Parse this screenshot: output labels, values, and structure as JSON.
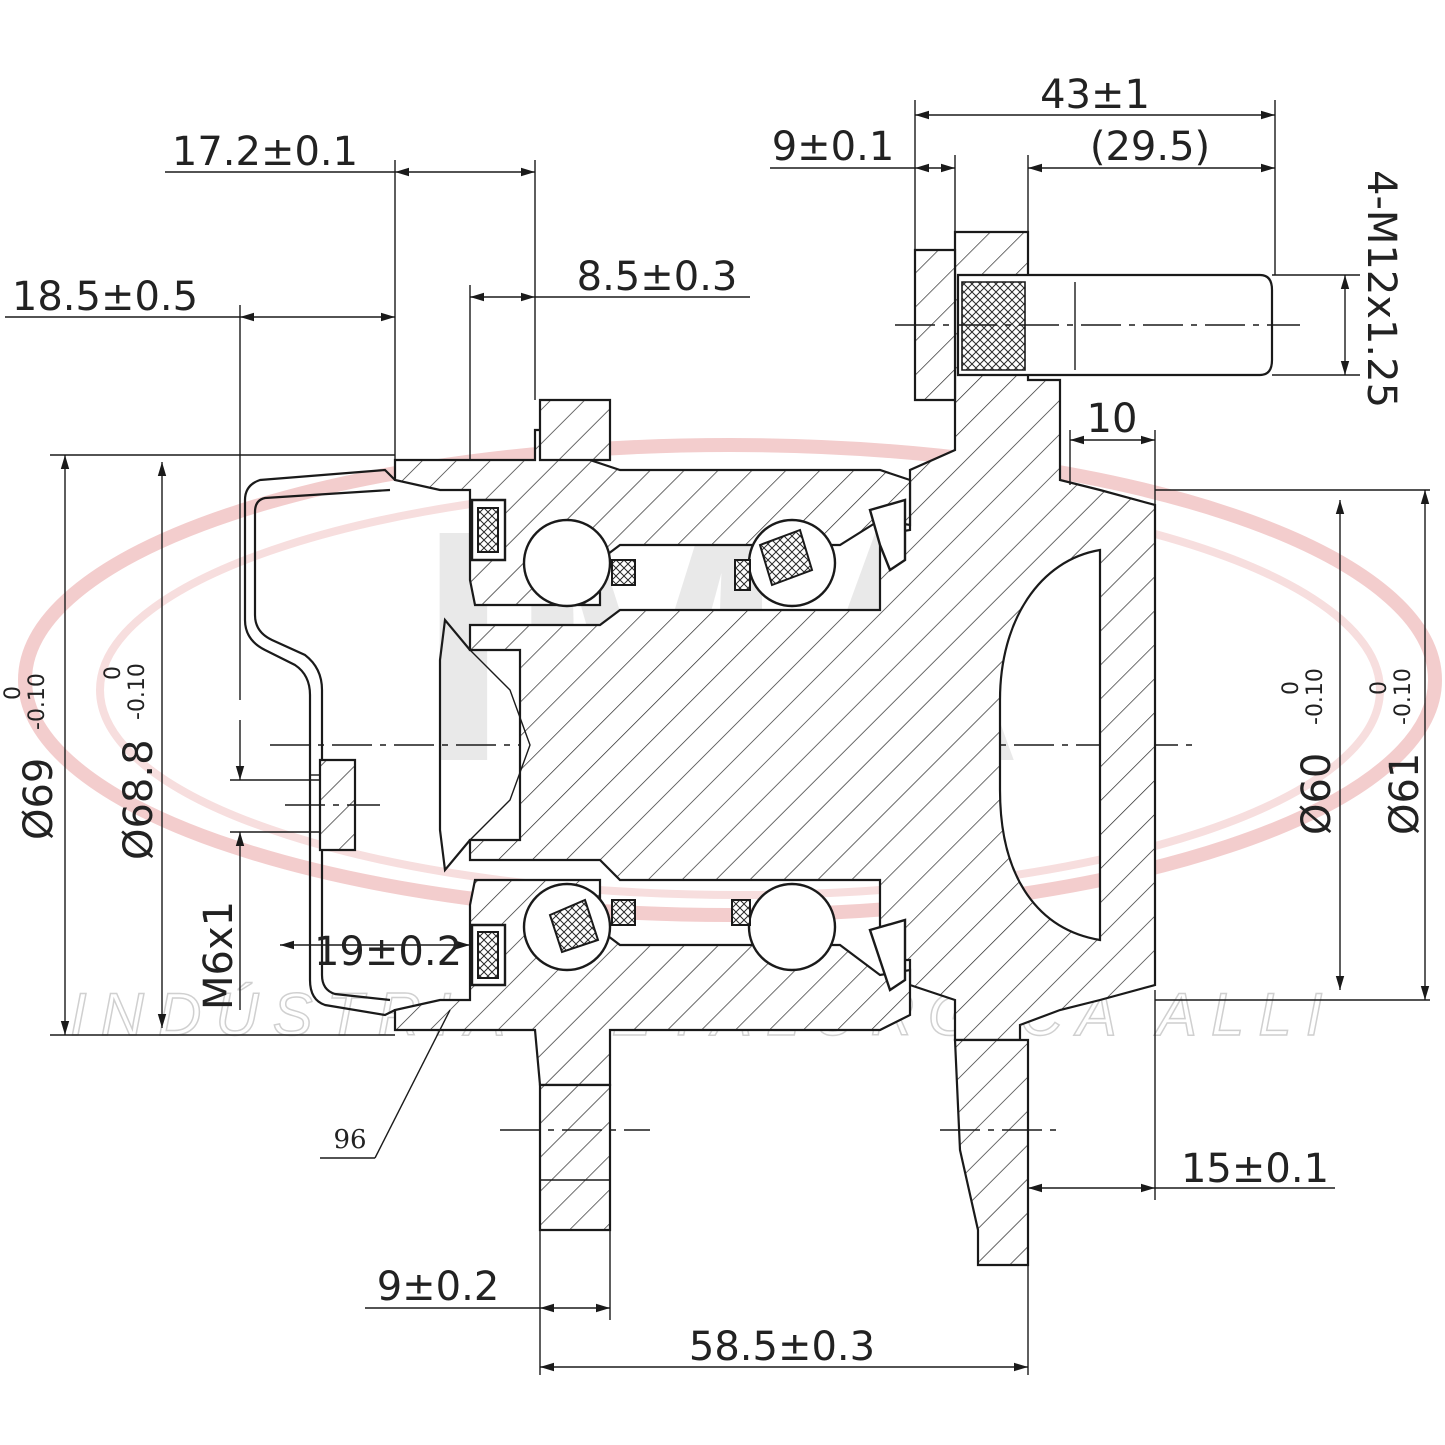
{
  "watermark": {
    "brand": "IMA",
    "subtitle": "INDÚSTRIA METALÚRGICA ALLI",
    "ring_color": "#f2c6c6"
  },
  "dimensions": {
    "overall_width": "43±1",
    "flange_thickness": "9±0.1",
    "stud_length": "(29.5)",
    "stud_thread": "4-M12x1.25",
    "dim_17_2": "17.2±0.1",
    "dim_8_5": "8.5±0.3",
    "dim_18_5": "18.5±0.5",
    "dim_10": "10",
    "dim_19": "19±0.2",
    "dim_15": "15±0.1",
    "dim_9_bottom": "9±0.2",
    "dim_58_5": "58.5±0.3",
    "sensor_thread": "M6x1",
    "callout_96": "96"
  },
  "diameters": {
    "d69": {
      "main": "Ø69",
      "upper": "0",
      "lower": "-0.10"
    },
    "d68_8": {
      "main": "Ø68.8",
      "upper": "0",
      "lower": "-0.10"
    },
    "d60": {
      "main": "Ø60",
      "upper": "0",
      "lower": "-0.10"
    },
    "d61": {
      "main": "Ø61",
      "upper": "0",
      "lower": "-0.10"
    }
  }
}
